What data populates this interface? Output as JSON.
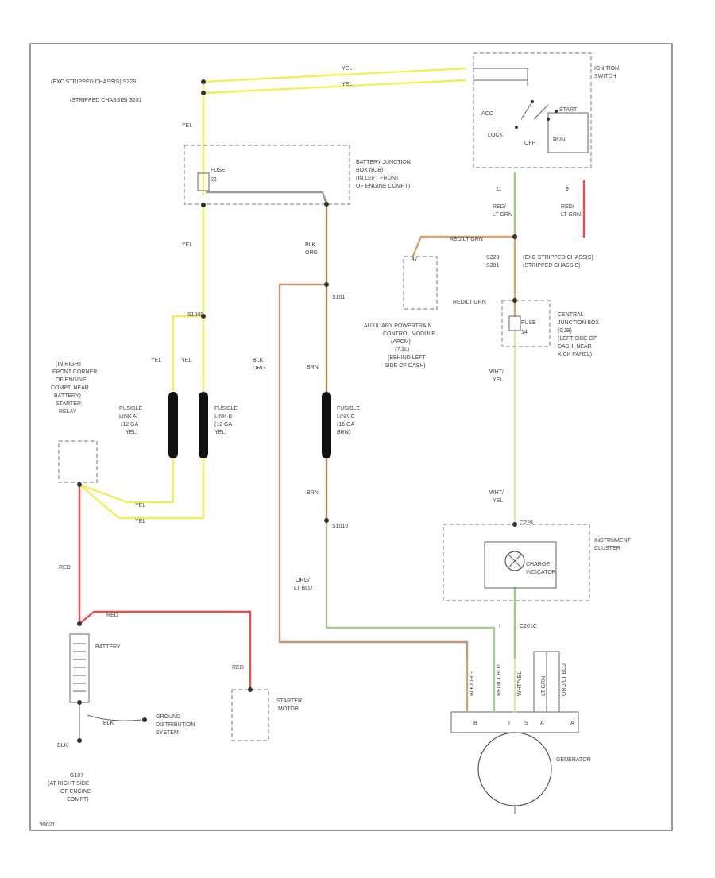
{
  "colors": {
    "yel": "#f3ee5a",
    "red": "#ee4b4b",
    "red_lt_grn": "#d9a26a",
    "brn": "#b08a55",
    "blk_org": "#c89473",
    "org_lt_blu": "#a8c99a",
    "wht_yel": "#dde7a0",
    "grn_wire": "#9cc97f",
    "gray": "#9a9a9a",
    "black": "#222222"
  },
  "labels": {
    "ignition_switch": [
      "IGNITION",
      "SWITCH"
    ],
    "switch_positions": {
      "acc": "ACC",
      "lock": "LOCK",
      "off": "OFF",
      "run": "RUN",
      "start": "START"
    },
    "splice_top_1": "(EXC STRIPPED CHASSIS) S228",
    "splice_top_2": "(STRIPPED CHASSIS) S281",
    "yel": "YEL",
    "bjb": [
      "BATTERY JUNCTION",
      "BOX (BJB)",
      "(IN LEFT FRONT",
      "OF ENGINE COMPT)"
    ],
    "fuse_22": [
      "FUSE",
      "22"
    ],
    "blk_org": [
      "BLK",
      "ORG"
    ],
    "red_lt_grn": [
      "RED/",
      "LT GRN"
    ],
    "red_lt_grn_inline": "RED/LT GRN",
    "switch_pin_left": "11",
    "switch_pin_right": "9",
    "splice_mid_1": "S228",
    "splice_mid_2": "S281",
    "splice_mid_desc_1": "(EXC STRIPPED CHASSIS)",
    "splice_mid_desc_2": "(STRIPPED CHASSIS)",
    "pcm_pin": "47",
    "pcm": [
      "AUXILIARY POWERTRAIN",
      "CONTROL MODULE",
      "(APCM)",
      "(7.3L)",
      "(BEHIND LEFT",
      "SIDE OF DASH)"
    ],
    "s101": "S101",
    "s1009": "S1009",
    "cjb": [
      "CENTRAL",
      "JUNCTION BOX",
      "(CJB)",
      "(LEFT SIDE OF",
      "DASH, NEAR",
      "KICK PANEL)"
    ],
    "fuse_14": [
      "FUSE",
      "14"
    ],
    "wht_yel": [
      "WHT/",
      "YEL"
    ],
    "relay_location": [
      "(IN RIGHT",
      "FRONT CORNER",
      "OF ENGINE",
      "COMPT, NEAR",
      "BATTERY)",
      "STARTER",
      "RELAY"
    ],
    "brn": "BRN",
    "fusible_a": [
      "FUSIBLE",
      "LINK A",
      "(12 GA",
      "YEL)"
    ],
    "fusible_b": [
      "FUSIBLE",
      "LINK B",
      "(12 GA",
      "YEL)"
    ],
    "fusible_c": [
      "FUSIBLE",
      "LINK C",
      "(16 GA",
      "BRN)"
    ],
    "s1010": "S1010",
    "c228": "C228",
    "cluster": [
      "INSTRUMENT",
      "CLUSTER"
    ],
    "charge_indicator": [
      "CHARGE",
      "INDICATOR"
    ],
    "red": "RED",
    "org_lt_blu": [
      "ORG/",
      "LT BLU"
    ],
    "battery": "BATTERY",
    "c201": "C201C",
    "starter_motor": [
      "STARTER",
      "MOTOR"
    ],
    "ground_dist": [
      "GROUND",
      "DISTRIBUTION",
      "SYSTEM"
    ],
    "blk": "BLK",
    "blk_short": "BLK",
    "g107": [
      "G107",
      "(AT RIGHT SIDE",
      "OF ENGINE",
      "COMPT)"
    ],
    "generator": "GENERATOR",
    "generator_wires": [
      "BLK/ORG",
      "RED/LT BLU",
      "WHT/YEL",
      "LT GRN",
      "ORG/LT BLU"
    ],
    "generator_pins": [
      "B",
      "I",
      "S",
      "A"
    ],
    "terminal_a": "A",
    "terminal_i": "I",
    "figure_code": "99021"
  }
}
